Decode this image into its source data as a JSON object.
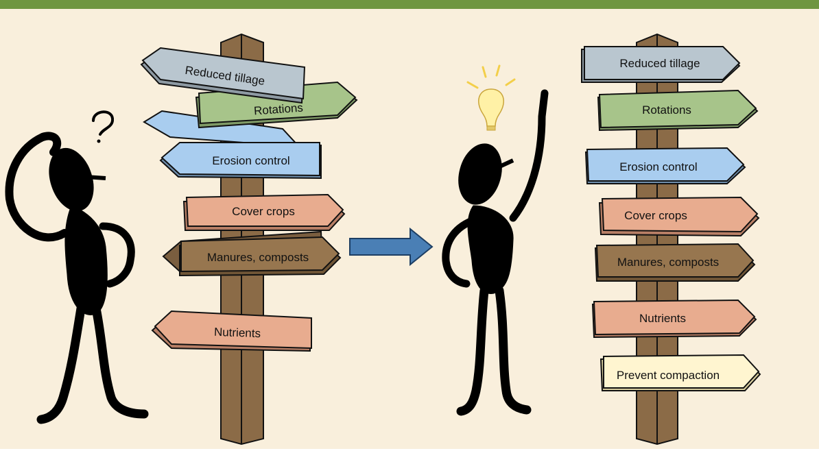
{
  "colors": {
    "frame_bar": "#6f9640",
    "background": "#f9efdc",
    "post": "#8b6b47",
    "gray_sign": "#b9c6cf",
    "green_sign": "#a7c48a",
    "blue_sign": "#a9cdef",
    "salmon_sign": "#e8ac8f",
    "brown_sign": "#97764f",
    "cream_sign": "#fff5d0",
    "arrow": "#4a7fb5",
    "bulb": "#fff1a6",
    "bulb_rays": "#f3cf4a"
  },
  "icons": {
    "confused_figure": "confused-person-icon",
    "question_mark": "question-mark-icon",
    "idea_figure": "idea-person-icon",
    "light_bulb": "light-bulb-icon",
    "transition_arrow": "right-arrow-icon"
  },
  "left_signpost": {
    "signs": [
      "Reduced tillage",
      "Rotations",
      "Erosion control",
      "Cover crops",
      "Manures, composts",
      "Nutrients"
    ]
  },
  "right_signpost": {
    "signs": [
      "Reduced tillage",
      "Rotations",
      "Erosion control",
      "Cover crops",
      "Manures, composts",
      "Nutrients",
      "Prevent compaction"
    ]
  }
}
